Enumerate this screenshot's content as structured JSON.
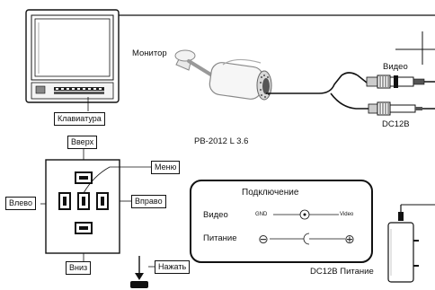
{
  "labels": {
    "monitor": "Монитор",
    "video": "Видео",
    "dc12v": "DC12В",
    "keyboard": "Клавиатура",
    "up": "Вверх",
    "camera_model": "PB-2012 L 3.6",
    "menu": "Меню",
    "left": "Влево",
    "right": "Вправо",
    "down": "Вниз",
    "press": "Нажать",
    "dc12v_power": "DC12В Питание"
  },
  "connection_box": {
    "title": "Подключение",
    "video_row": {
      "label": "Видео",
      "from": "GND",
      "to": "Video"
    },
    "power_row": {
      "label": "Питание",
      "minus": "⊖",
      "plus": "⊕"
    }
  }
}
